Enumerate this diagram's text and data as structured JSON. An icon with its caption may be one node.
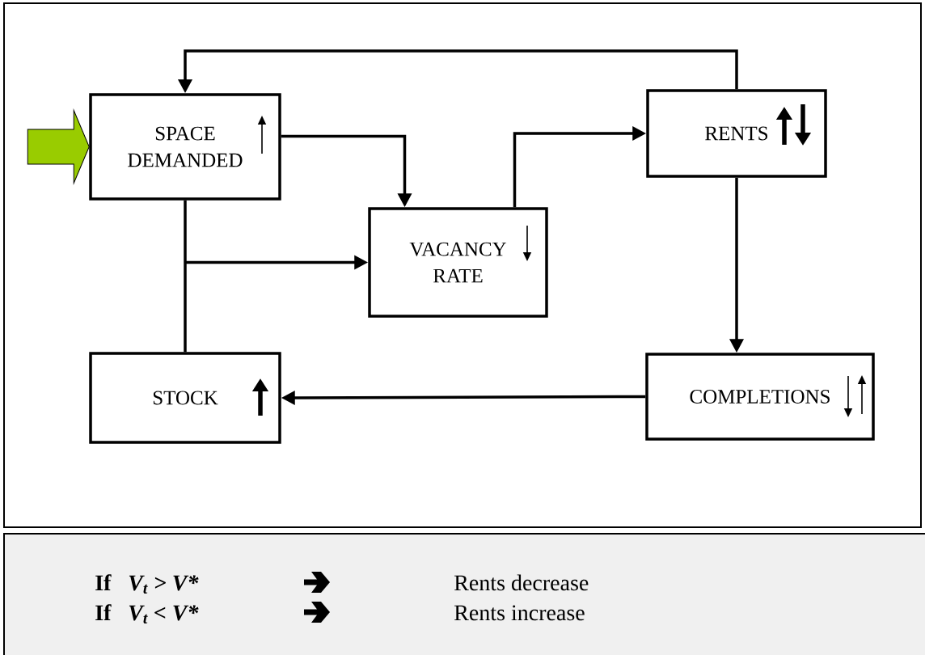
{
  "diagram": {
    "nodes": [
      {
        "text": [
          "SPACE DEMANDED"
        ]
      },
      {
        "text": [
          "VACANCY RATE"
        ]
      },
      {
        "text": [
          "RENTS"
        ]
      },
      {
        "text": [
          "STOCK"
        ]
      },
      {
        "text": [
          "COMPLETIONS"
        ]
      }
    ],
    "edges": [
      {
        "from": 2,
        "to": 0,
        "arrow": "to"
      },
      {
        "from": 0,
        "to": 1,
        "arrow": "to"
      },
      {
        "from": 1,
        "to": 2,
        "arrow": "to"
      },
      {
        "from": 0,
        "to": 1,
        "arrow": "to"
      },
      {
        "from": 3,
        "to": 1,
        "arrow": "to"
      },
      {
        "from": 2,
        "to": 4,
        "arrow": "to"
      },
      {
        "from": 4,
        "to": 3,
        "arrow": "to"
      },
      {
        "from": null,
        "to": 0,
        "arrow": "to",
        "color": "#99cc00"
      }
    ],
    "labels": [
      "If",
      "V$_{t}$ > V*",
      "Rents decrease",
      "If",
      "V$_{t}$ < V*",
      "Rents increase"
    ]
  }
}
